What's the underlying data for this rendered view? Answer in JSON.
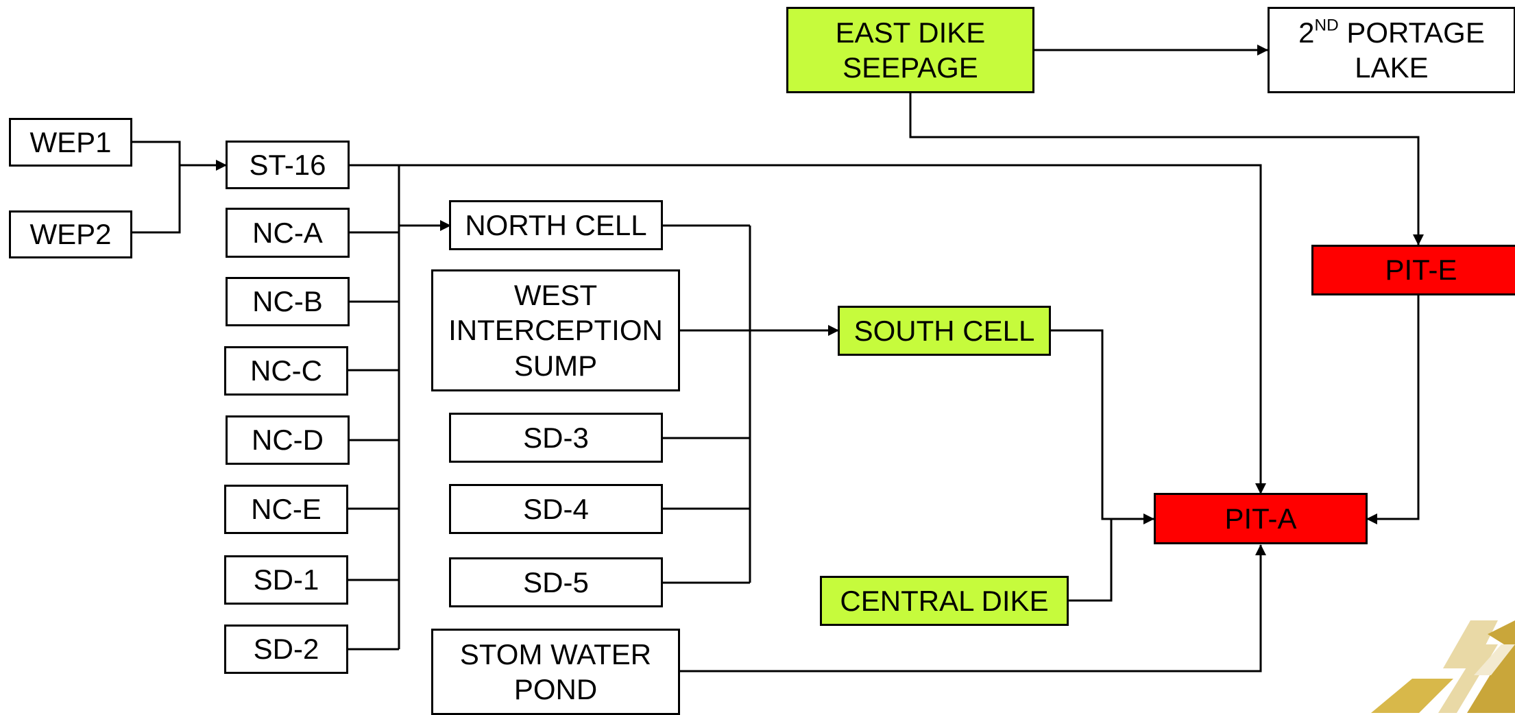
{
  "colors": {
    "green": "#c6fb3c",
    "red": "#ff0000",
    "line": "#000000",
    "gold": "#d8b84a"
  },
  "nodes": {
    "wep1": "WEP1",
    "wep2": "WEP2",
    "st16": "ST-16",
    "nca": "NC-A",
    "ncb": "NC-B",
    "ncc": "NC-C",
    "ncd": "NC-D",
    "nce": "NC-E",
    "sd1": "SD-1",
    "sd2": "SD-2",
    "north_cell": "NORTH CELL",
    "west_sump": "WEST\nINTERCEPTION\nSUMP",
    "sd3": "SD-3",
    "sd4": "SD-4",
    "sd5": "SD-5",
    "storm_pond": "STOM WATER\nPOND",
    "south_cell": "SOUTH CELL",
    "central_dike": "CENTRAL DIKE",
    "east_dike": "EAST DIKE\nSEEPAGE",
    "portage_pre": "2",
    "portage_sup": "ND",
    "portage_rest": " PORTAGE",
    "portage_line2": "LAKE",
    "pit_e": "PIT-E",
    "pit_a": "PIT-A"
  },
  "decoration": {
    "corner_graphic": "gold-corner-logo"
  }
}
